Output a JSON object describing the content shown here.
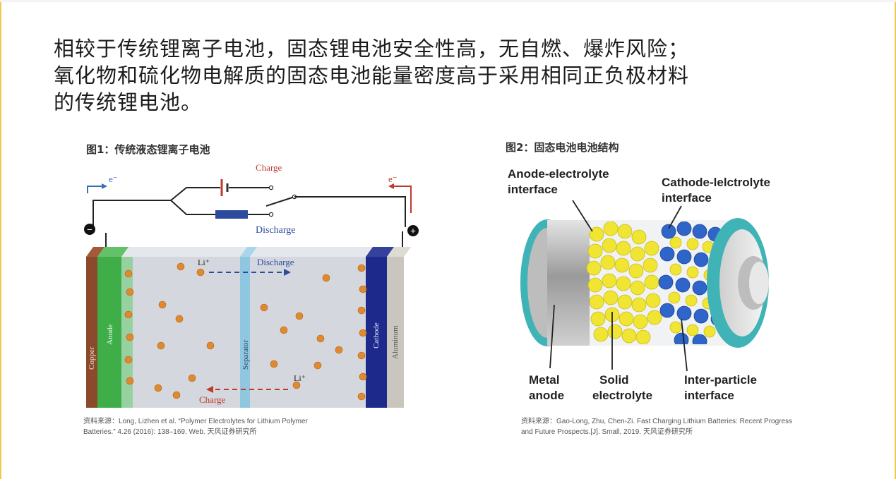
{
  "headline": {
    "line1": "相较于传统锂离子电池，固态锂电池安全性高，无自燃、爆炸风险；",
    "line2": "氧化物和硫化物电解质的固态电池能量密度高于采用相同正负极材料",
    "line3": "的传统锂电池。"
  },
  "figure1": {
    "title": "图1：传统液态锂离子电池",
    "labels": {
      "charge_top": "Charge",
      "discharge_top": "Discharge",
      "electron_left": "e⁻",
      "electron_right": "e⁻",
      "minus": "−",
      "plus": "+",
      "li_top": "Li⁺",
      "discharge_mid": "Discharge",
      "li_bottom": "Li⁺",
      "charge_bottom": "Charge",
      "copper": "Copper",
      "anode": "Anode",
      "separator": "Separator",
      "cathode": "Cathode",
      "aluminum": "Aluminum"
    },
    "source_line1": "资料来源：Long, Lizhen et al. “Polymer Electrolytes for Lithium Polymer",
    "source_line2": "Batteries.” 4.26 (2016): 138–169. Web. 天风证券研究所"
  },
  "figure2": {
    "title": "图2：固态电池电池结构",
    "labels": {
      "anode_interface_1": "Anode-electrolyte",
      "anode_interface_2": "interface",
      "cathode_interface_1": "Cathode-lelctrolyte",
      "cathode_interface_2": "interface",
      "metal_1": "Metal",
      "metal_2": "anode",
      "solid_1": "Solid",
      "solid_2": "electrolyte",
      "inter_1": "Inter-particle",
      "inter_2": "interface"
    },
    "source_line1": "资料来源：Gao-Long, Zhu, Chen-Zi. Fast Charging Lithium Batteries: Recent Progress",
    "source_line2": "and Future Prospects.[J]. Small, 2019. 天风证券研究所"
  },
  "colors": {
    "copper": "#8b4a2b",
    "anode": "#3fae49",
    "electrolyte": "#d4d8de",
    "separator": "#8fc6e0",
    "cathode": "#1d2a8c",
    "aluminum": "#c8c6bd",
    "li_ion": "#e0892d",
    "charge_red": "#c0392b",
    "discharge_blue": "#2c4a9e",
    "solid_yellow": "#f1e534",
    "cathode_blue": "#2f64c8",
    "cap_teal": "#3fb3b6"
  }
}
